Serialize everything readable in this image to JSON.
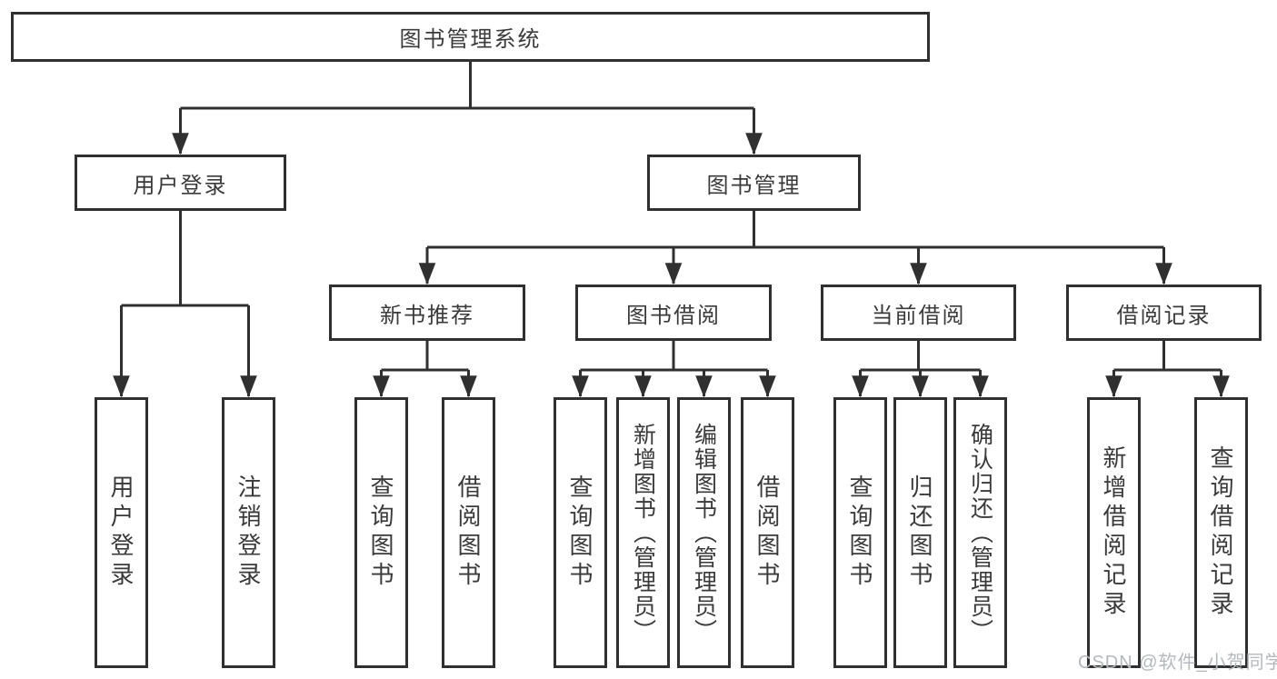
{
  "tree": {
    "label": "图书管理系统",
    "children": [
      {
        "label": "用户登录",
        "children": [
          {
            "label": "用户登录"
          },
          {
            "label": "注销登录"
          }
        ]
      },
      {
        "label": "图书管理",
        "children": [
          {
            "label": "新书推荐",
            "children": [
              {
                "label": "查询图书"
              },
              {
                "label": "借阅图书"
              }
            ]
          },
          {
            "label": "图书借阅",
            "children": [
              {
                "label": "查询图书"
              },
              {
                "label": "新增图书（管理员）"
              },
              {
                "label": "编辑图书（管理员）"
              },
              {
                "label": "借阅图书"
              }
            ]
          },
          {
            "label": "当前借阅",
            "children": [
              {
                "label": "查询图书"
              },
              {
                "label": "归还图书"
              },
              {
                "label": "确认归还（管理员）"
              }
            ]
          },
          {
            "label": "借阅记录",
            "children": [
              {
                "label": "新增借阅记录"
              },
              {
                "label": "查询借阅记录"
              }
            ]
          }
        ]
      }
    ]
  },
  "watermark": "CSDN @软件_小贺同学",
  "colors": {
    "line": "#303030",
    "text": "#3a3a3a",
    "watermark_text": "#b4b8bd",
    "background": "#ffffff"
  }
}
